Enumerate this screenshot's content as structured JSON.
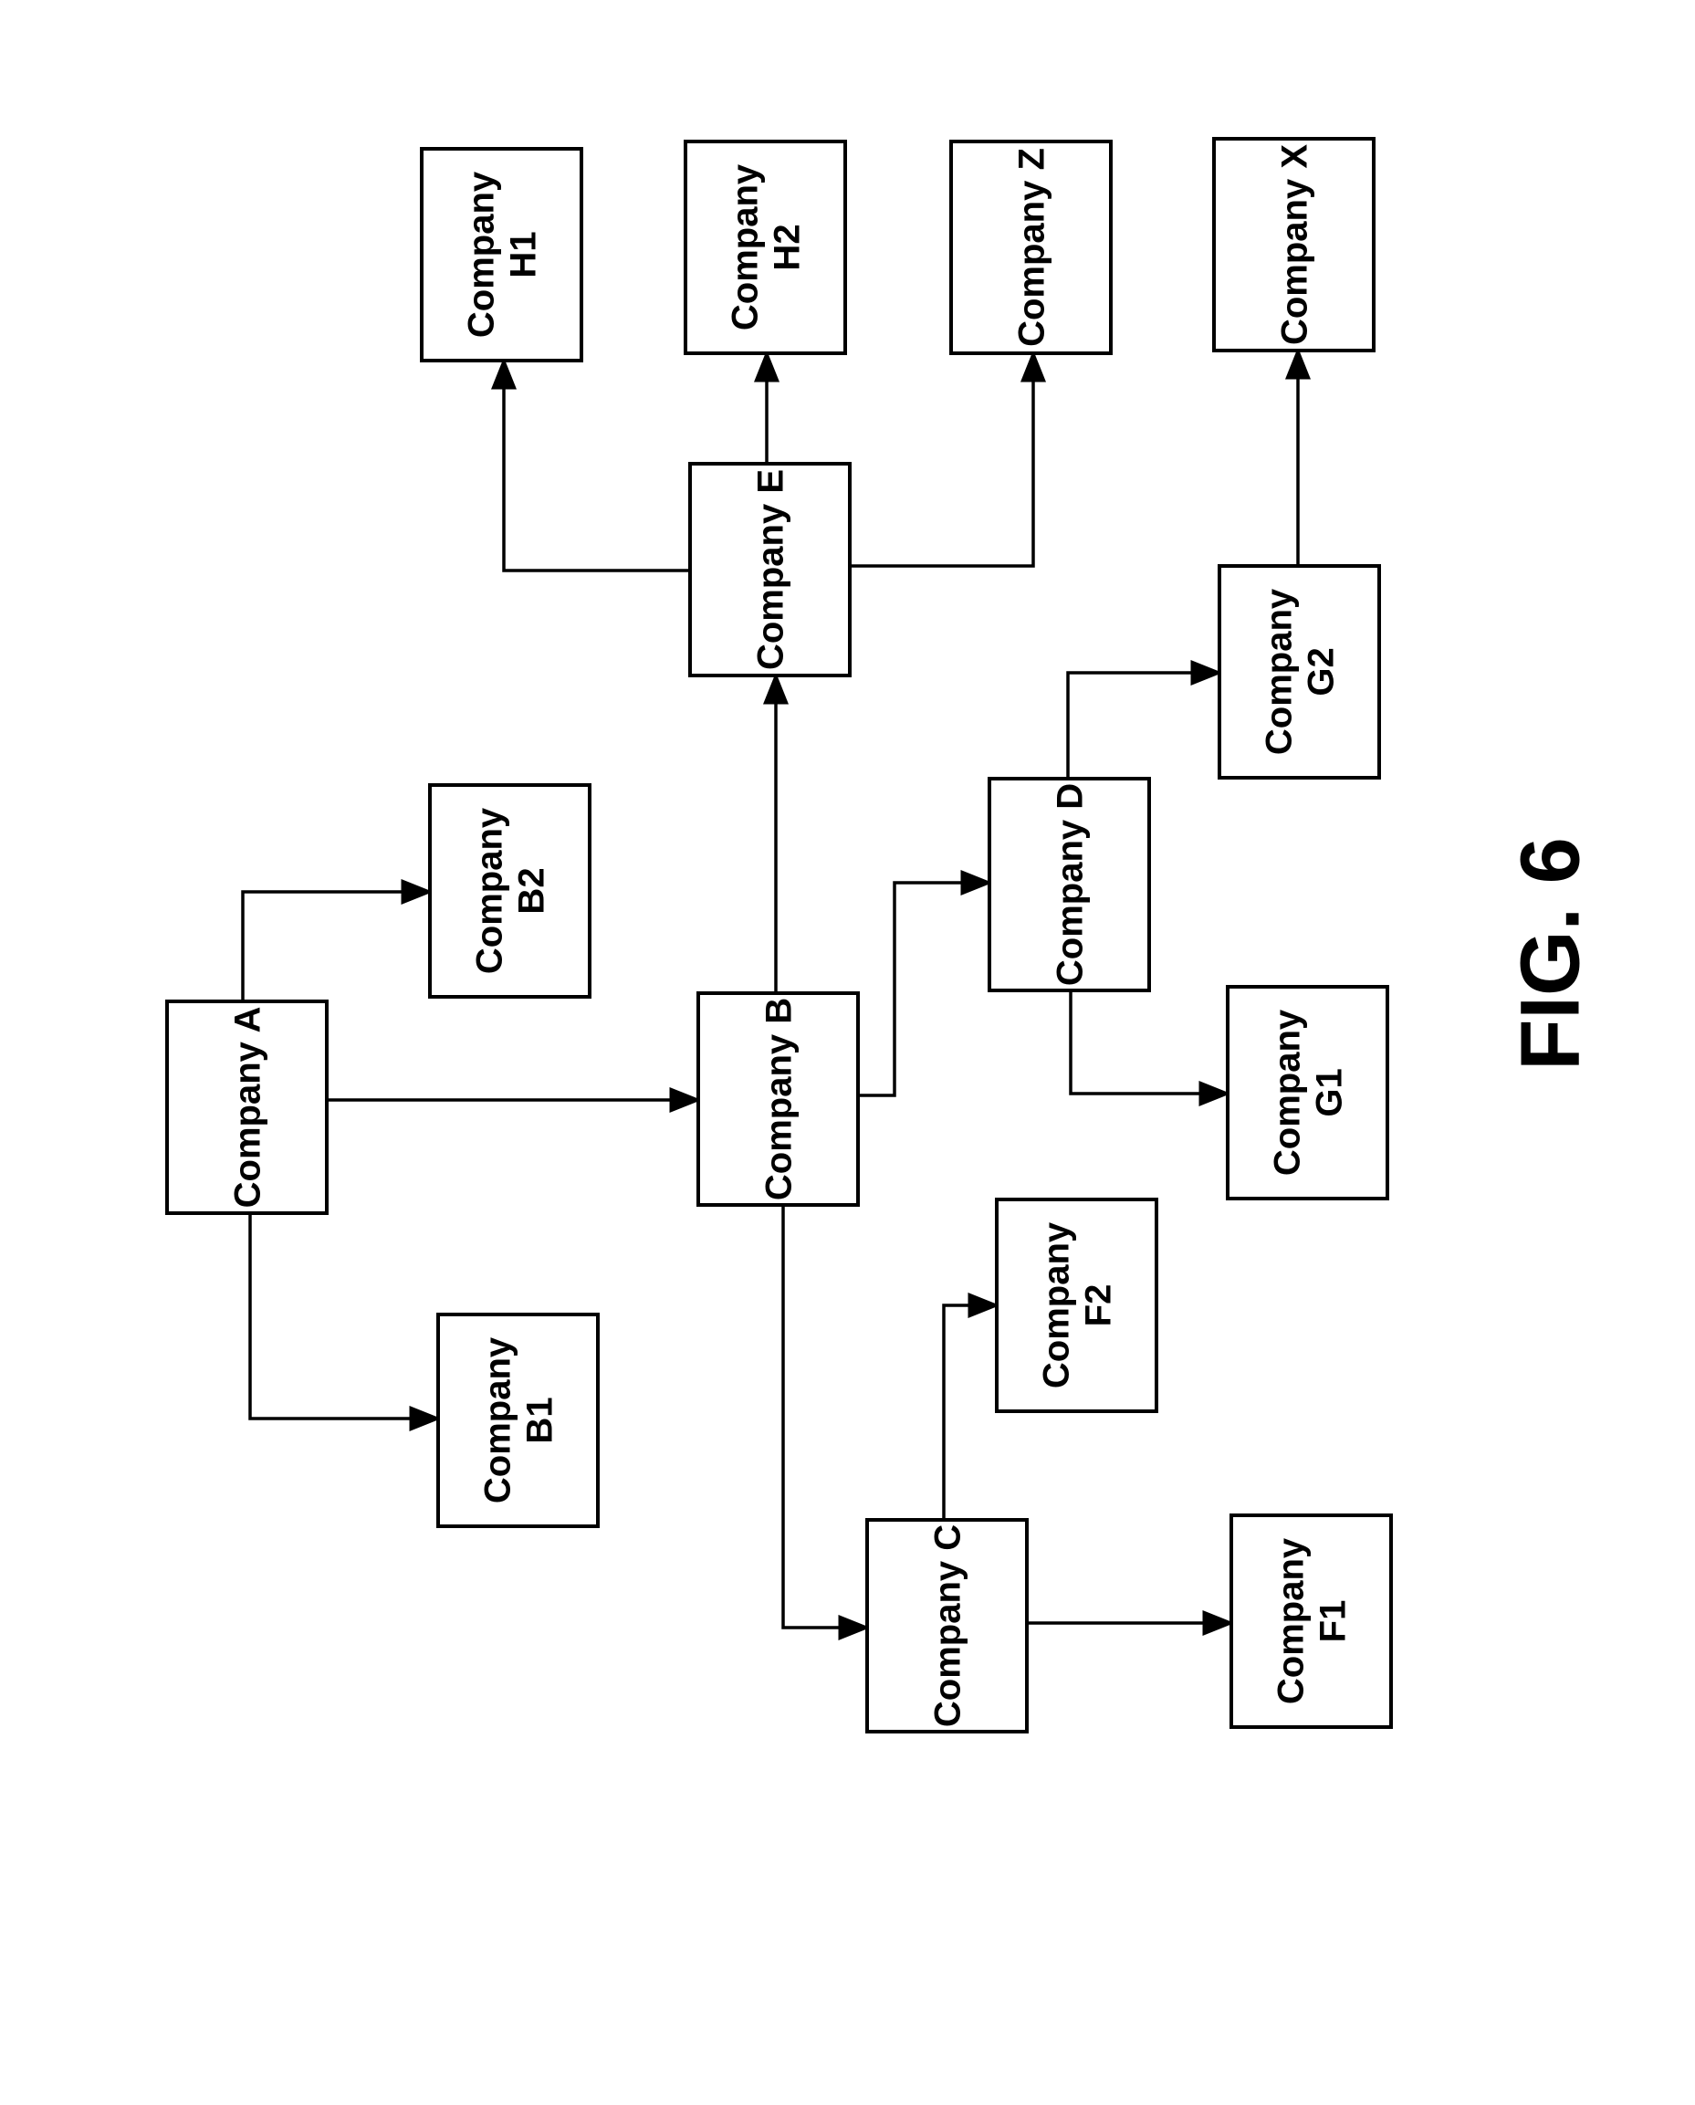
{
  "figure": {
    "label": "FIG. 6"
  },
  "nodes": [
    {
      "id": "A",
      "lines": [
        "Company A"
      ]
    },
    {
      "id": "B1",
      "lines": [
        "Company",
        "B1"
      ]
    },
    {
      "id": "B2",
      "lines": [
        "Company",
        "B2"
      ]
    },
    {
      "id": "B",
      "lines": [
        "Company B"
      ]
    },
    {
      "id": "C",
      "lines": [
        "Company C"
      ]
    },
    {
      "id": "D",
      "lines": [
        "Company D"
      ]
    },
    {
      "id": "E",
      "lines": [
        "Company E"
      ]
    },
    {
      "id": "F1",
      "lines": [
        "Company",
        "F1"
      ]
    },
    {
      "id": "F2",
      "lines": [
        "Company",
        "F2"
      ]
    },
    {
      "id": "G1",
      "lines": [
        "Company",
        "G1"
      ]
    },
    {
      "id": "G2",
      "lines": [
        "Company",
        "G2"
      ]
    },
    {
      "id": "H1",
      "lines": [
        "Company",
        "H1"
      ]
    },
    {
      "id": "H2",
      "lines": [
        "Company",
        "H2"
      ]
    },
    {
      "id": "Z",
      "lines": [
        "Company Z"
      ]
    },
    {
      "id": "X",
      "lines": [
        "Company X"
      ]
    }
  ],
  "edges": [
    {
      "from": "A",
      "to": "B1"
    },
    {
      "from": "A",
      "to": "B2"
    },
    {
      "from": "A",
      "to": "B"
    },
    {
      "from": "B",
      "to": "C"
    },
    {
      "from": "B",
      "to": "D"
    },
    {
      "from": "B",
      "to": "E"
    },
    {
      "from": "C",
      "to": "F1"
    },
    {
      "from": "C",
      "to": "F2"
    },
    {
      "from": "D",
      "to": "G1"
    },
    {
      "from": "D",
      "to": "G2"
    },
    {
      "from": "E",
      "to": "H1"
    },
    {
      "from": "E",
      "to": "H2"
    },
    {
      "from": "E",
      "to": "Z"
    },
    {
      "from": "G2",
      "to": "X"
    }
  ]
}
